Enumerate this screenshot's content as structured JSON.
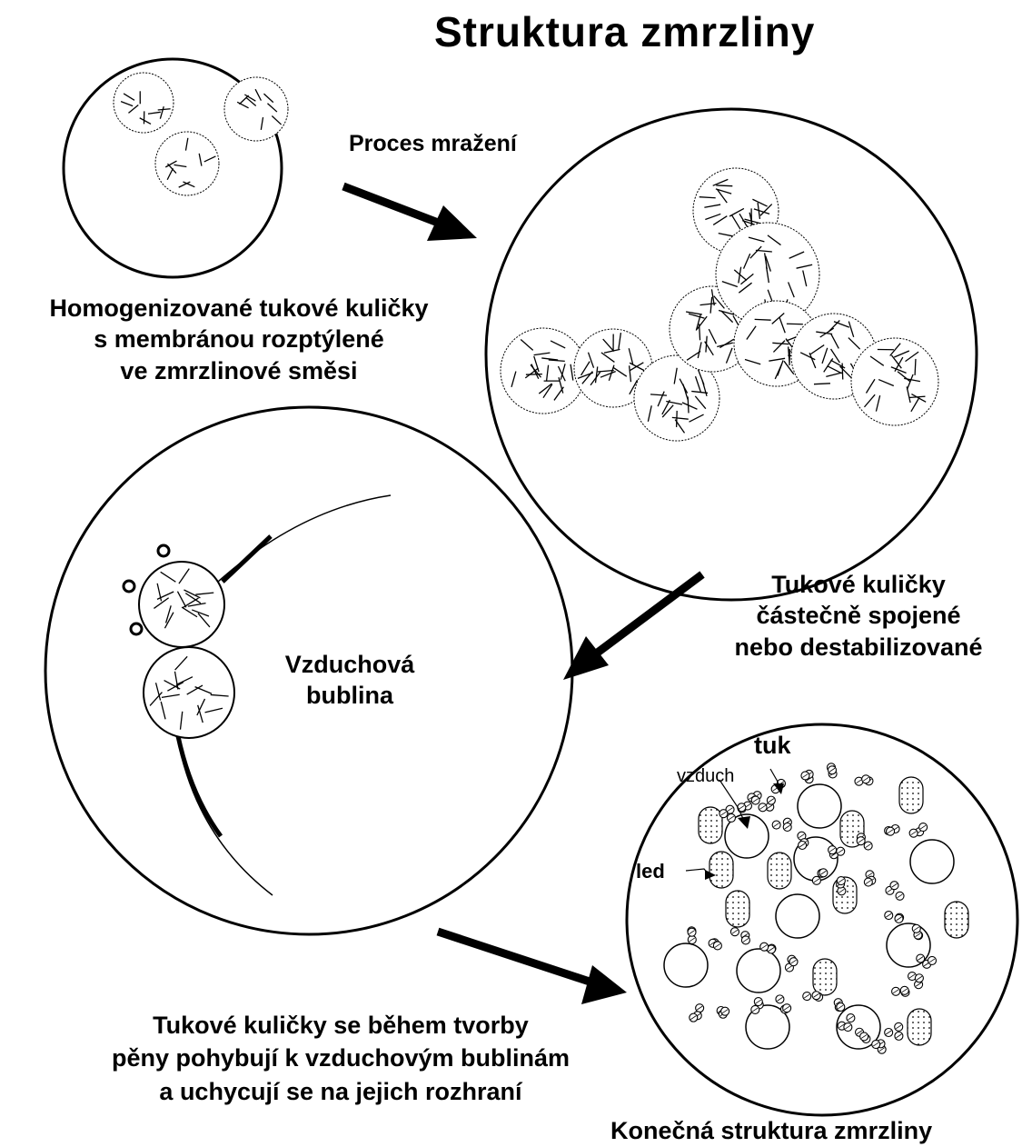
{
  "title": "Struktura zmrzliny",
  "labels": {
    "process": "Proces mražení",
    "homogenized": [
      "Homogenizované tukové kuličky",
      "s membránou rozptýlené",
      "ve zmrzlinové směsi"
    ],
    "partially_joined": [
      "Tukové kuličky",
      "částečně spojené",
      "nebo destabilizované"
    ],
    "air_bubble": [
      "Vzduchová",
      "bublina"
    ],
    "foam": [
      "Tukové kuličky se během tvorby",
      "pěny pohybují k vzduchovým bublinám",
      "a uchycují se na jejich rozhraní"
    ],
    "final": "Konečná struktura zmrzliny",
    "tuk": "tuk",
    "vzduch": "vzduch",
    "led": "led"
  },
  "colors": {
    "ink": "#000000",
    "background": "#ffffff"
  }
}
